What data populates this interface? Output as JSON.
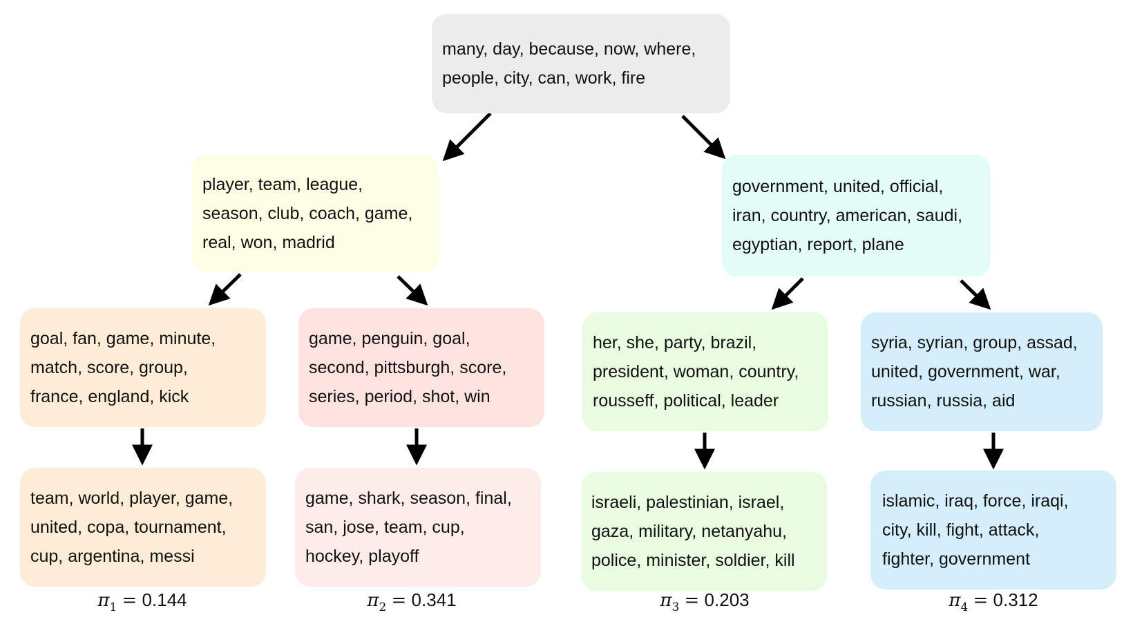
{
  "colors": {
    "root": "#ececec",
    "sports": "#fefee6",
    "politics": "#e4fcf8",
    "leaf_1": "#fdecd6",
    "leaf_2": "#fde3df",
    "leaf_3": "#e9fbe1",
    "leaf_4": "#d5eefc",
    "leaf_1_deep": "#fdecd6",
    "leaf_2_deep": "#feeceb",
    "leaf_3_deep": "#e9fbe1",
    "leaf_4_deep": "#d5eefc",
    "arrow": "#000000"
  },
  "nodes": {
    "root": "many, day, because, now, where,\npeople, city, can, work, fire",
    "sports": "player, team, league,\nseason, club, coach, game,\n real, won, madrid",
    "politics": "government, united, official,\niran, country, american, saudi,\negyptian, report, plane",
    "topic_1_level_1": "goal, fan, game, minute,\nmatch, score, group,\nfrance, england, kick",
    "topic_2_level_1": "game, penguin, goal,\nsecond, pittsburgh, score,\nseries, period, shot, win",
    "topic_3_level_1": "her, she, party, brazil,\npresident, woman, country,\nrousseff, political, leader",
    "topic_4_level_1": "syria, syrian, group, assad,\nunited, government, war,\nrussian, russia, aid",
    "topic_1_level_2": "team, world, player, game,\nunited, copa, tournament,\ncup, argentina, messi",
    "topic_2_level_2": "game, shark, season, final,\nsan, jose, team, cup,\nhockey, playoff",
    "topic_3_level_2": "israeli, palestinian, israel,\ngaza, military, netanyahu,\npolice, minister, soldier, kill",
    "topic_4_level_2": "islamic, iraq, force, iraqi,\ncity, kill, fight, attack,\nfighter, government"
  },
  "weights": [
    {
      "symbol": "π",
      "index": "1",
      "equals": "=",
      "value": "0.144"
    },
    {
      "symbol": "π",
      "index": "2",
      "equals": "=",
      "value": "0.341"
    },
    {
      "symbol": "π",
      "index": "3",
      "equals": "=",
      "value": "0.203"
    },
    {
      "symbol": "π",
      "index": "4",
      "equals": "=",
      "value": "0.312"
    }
  ]
}
